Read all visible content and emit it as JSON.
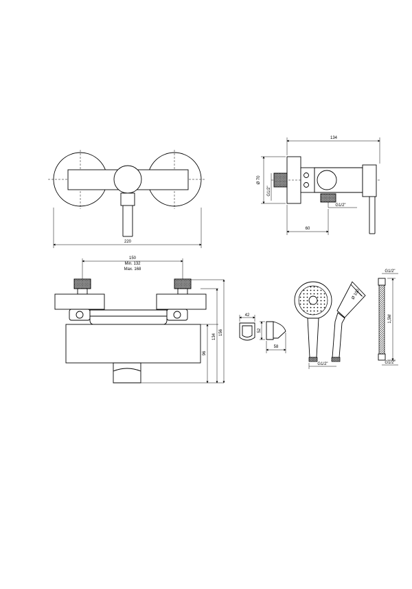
{
  "dimensions": {
    "front_width": "220",
    "side_depth": "134",
    "side_diameter": "Ø 70",
    "side_inlet_thread": "G1/2\"",
    "side_outlet_thread": "G1/2\"",
    "side_offset": "60",
    "centers_nominal": "150",
    "centers_min": "Min. 132",
    "centers_max": "Max. 168",
    "height_outlet": "96",
    "height_body": "134",
    "height_total": "156",
    "holder_width": "42",
    "holder_height": "52",
    "holder_depth": "58",
    "handshower_diameter": "Ø 100",
    "handshower_thread": "G1/2\"",
    "hose_thread_top": "G1/2\"",
    "hose_length": "1,5M",
    "hose_thread_bottom": "G1/2\""
  }
}
